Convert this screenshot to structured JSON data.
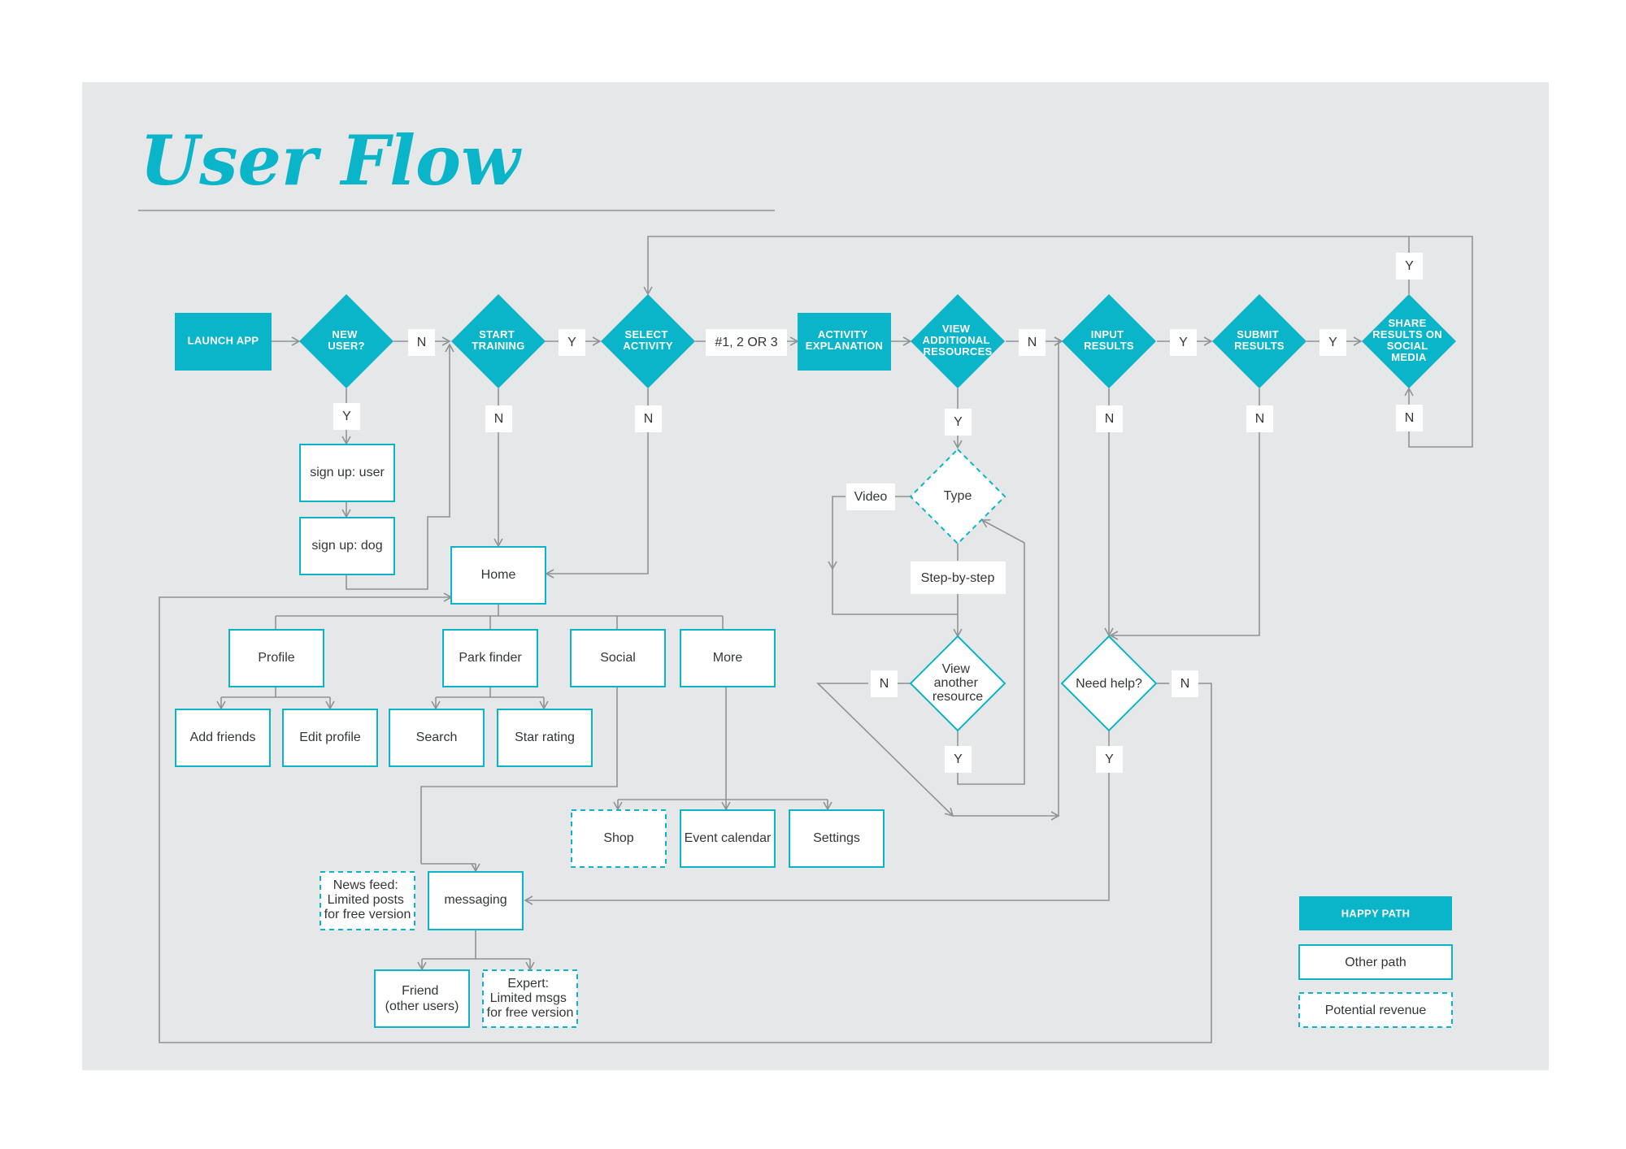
{
  "title": "User Flow",
  "colors": {
    "happy_path": "#0ab4c9",
    "panel": "#e6e7e8",
    "connector": "#8f9396"
  },
  "nodes": {
    "launch_app": "LAUNCH APP",
    "new_user": [
      "NEW",
      "USER?"
    ],
    "start_training": [
      "START",
      "TRAINING"
    ],
    "select_activity": [
      "SELECT",
      "ACTIVITY"
    ],
    "activity_explanation": [
      "ACTIVITY",
      "EXPLANATION"
    ],
    "view_additional_resources": [
      "VIEW",
      "ADDITIONAL",
      "RESOURCES"
    ],
    "input_results": [
      "INPUT",
      "RESULTS"
    ],
    "submit_results": [
      "SUBMIT",
      "RESULTS"
    ],
    "share_results": [
      "SHARE",
      "RESULTS ON",
      "SOCIAL",
      "MEDIA"
    ],
    "sign_up_user": "sign up: user",
    "sign_up_dog": "sign up: dog",
    "home": "Home",
    "profile": "Profile",
    "park_finder": "Park finder",
    "social": "Social",
    "more": "More",
    "add_friends": "Add friends",
    "edit_profile": "Edit profile",
    "search": "Search",
    "star_rating": "Star rating",
    "shop": "Shop",
    "event_calendar": "Event calendar",
    "settings": "Settings",
    "news_feed": [
      "News feed:",
      "Limited posts",
      "for free version"
    ],
    "messaging": "messaging",
    "friend": [
      "Friend",
      "(other users)"
    ],
    "expert": [
      "Expert:",
      "Limited msgs",
      "for free version"
    ],
    "type": "Type",
    "video": "Video",
    "step_by_step": "Step-by-step",
    "view_another_resource": [
      "View",
      "another",
      "resource"
    ],
    "need_help": "Need help?"
  },
  "edge_labels": {
    "yes": "Y",
    "no": "N",
    "activity_choice": "#1, 2 OR 3"
  },
  "legend": {
    "happy_path": "HAPPY PATH",
    "other_path": "Other path",
    "potential_revenue": "Potential revenue"
  }
}
